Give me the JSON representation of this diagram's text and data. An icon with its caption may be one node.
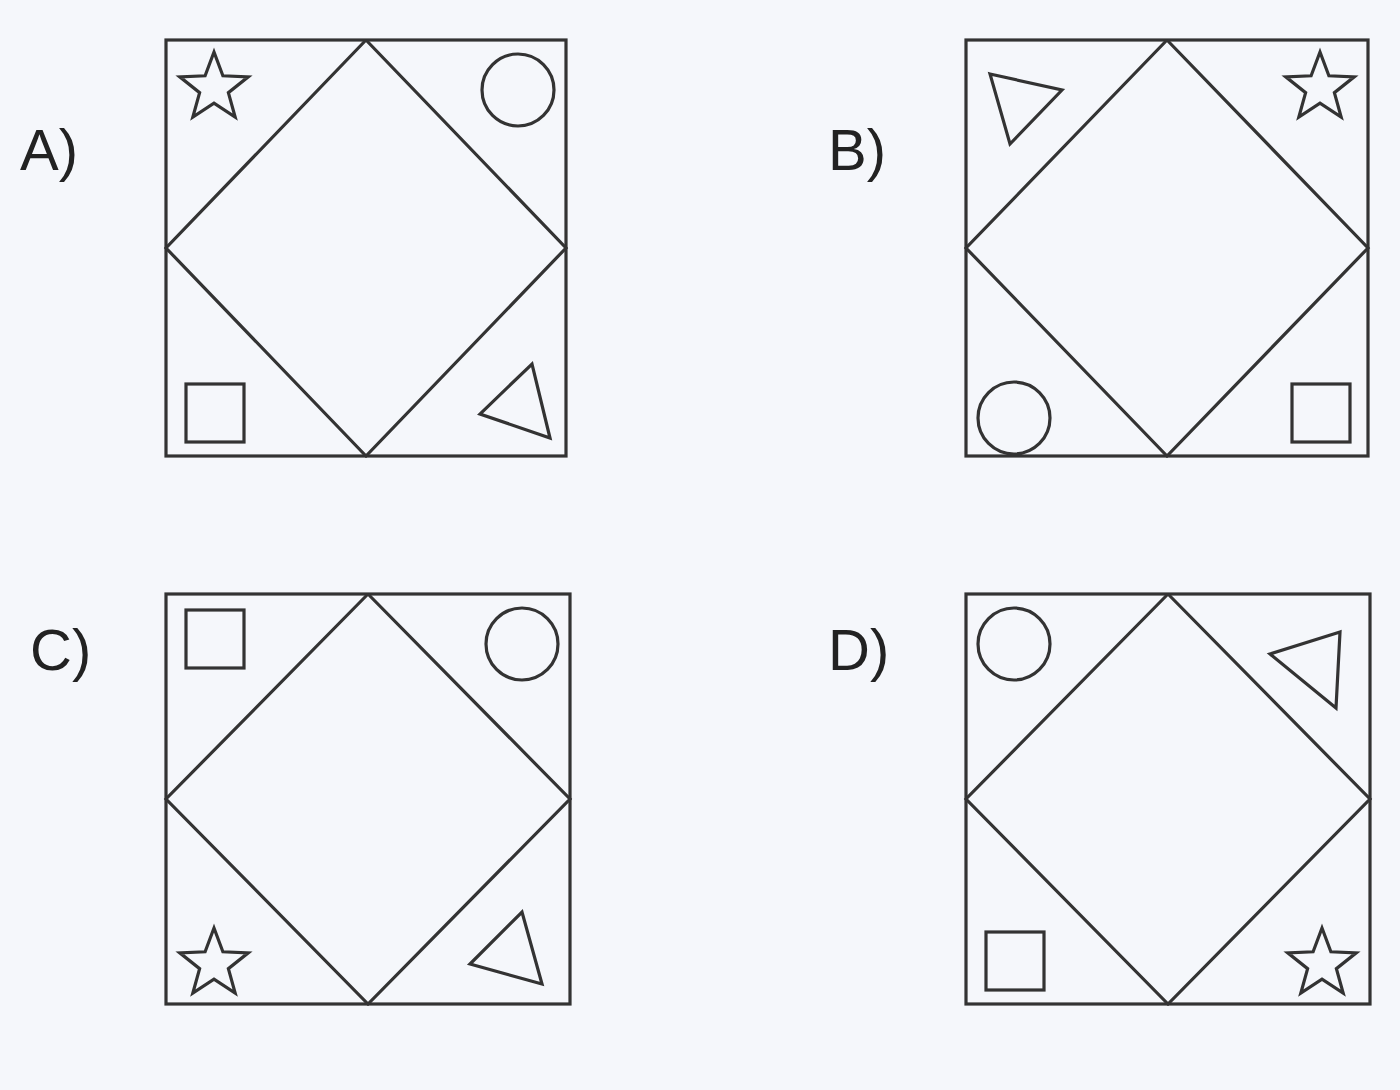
{
  "diagram": {
    "labels": [
      "A)",
      "B)",
      "C)",
      "D)"
    ]
  }
}
